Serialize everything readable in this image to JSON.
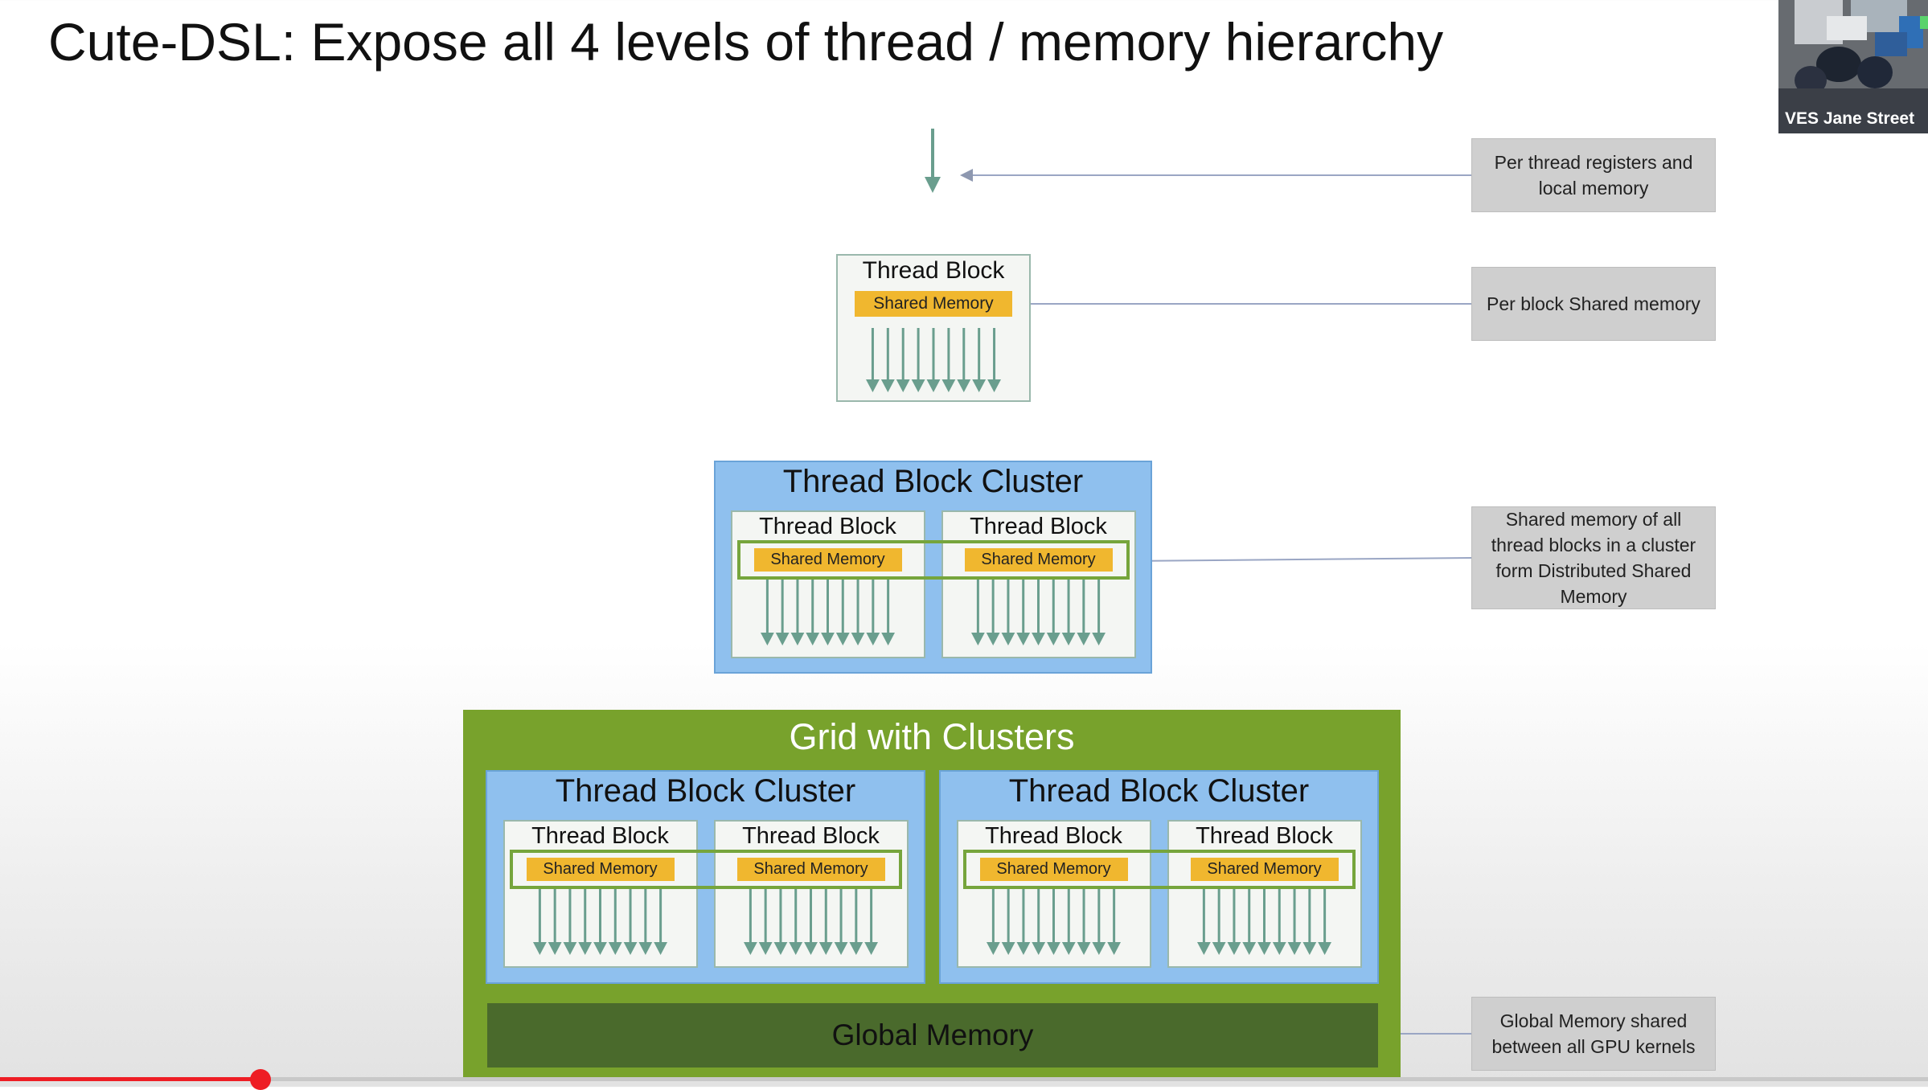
{
  "title": "Cute-DSL: Expose all 4 levels of thread / memory hierarchy",
  "webcam": {
    "label": "VES Jane Street"
  },
  "diagram": {
    "thread_block_label": "Thread Block",
    "shared_memory_label": "Shared Memory",
    "cluster_label": "Thread Block Cluster",
    "grid_label": "Grid with Clusters",
    "global_memory_label": "Global Memory"
  },
  "annotations": {
    "per_thread": "Per thread registers and local memory",
    "per_block": "Per block Shared memory",
    "distributed": "Shared memory of all thread blocks in a cluster form Distributed Shared Memory",
    "global": "Global Memory shared between all GPU kernels"
  },
  "video": {
    "progress_fraction": 0.135
  },
  "colors": {
    "shared_memory": "#f0b72f",
    "cluster": "#8fc0ee",
    "grid": "#78a22c",
    "global_memory": "#4a6a2c",
    "arrow": "#6a9e8e",
    "dsm_outline": "#76a53c",
    "annotation_box": "#cfcfcf",
    "progress": "#ee1d24"
  }
}
